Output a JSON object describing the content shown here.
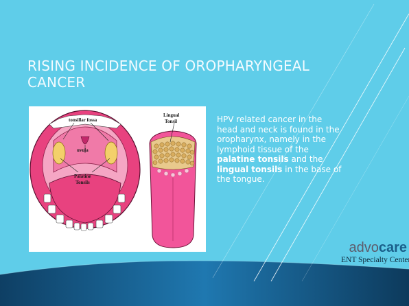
{
  "slide": {
    "title": "RISING INCIDENCE OF OROPHARYNGEAL CANCER",
    "body": {
      "part1": "HPV related cancer in the head and neck is found in the oropharynx, namely in the lymphoid tissue of the ",
      "bold1": "palatine tonsils",
      "part2": " and the ",
      "bold2": "lingual tonsils",
      "part3": " in the base of the tongue."
    }
  },
  "figure": {
    "labels": {
      "tonsillar_fossa": "tonsillar fossa",
      "uvula": "uvula",
      "palatine_line1": "Palatine",
      "palatine_line2": "Tonsils",
      "lingual_line1": "Lingual",
      "lingual_line2": "Tonsil"
    }
  },
  "logo": {
    "word1": "advo",
    "word2": "care",
    "subtitle": "ENT Specialty Center"
  },
  "colors": {
    "background": "#5fcde9",
    "bottom_band": "#1a6fa3",
    "tissue_pink": "#e8427f",
    "tongue_pink": "#f2559a"
  }
}
